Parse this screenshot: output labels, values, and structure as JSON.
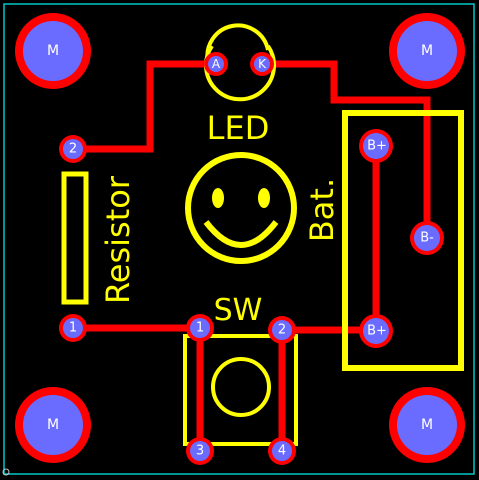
{
  "colors": {
    "background": "#000000",
    "board_outline": "#00c8c8",
    "copper_trace": "#ff0000",
    "pad_ring": "#ff0000",
    "pad_fill": "#6a6cff",
    "silkscreen": "#ffff00",
    "pad_label": "#ffffff"
  },
  "mounting_holes": {
    "label": "M"
  },
  "led": {
    "label": "LED",
    "pin_a": "A",
    "pin_k": "K"
  },
  "resistor": {
    "label": "Resistor",
    "pin_1": "1",
    "pin_2": "2"
  },
  "battery": {
    "label": "Bat.",
    "pin_pos_top": "B+",
    "pin_neg": "B-",
    "pin_pos_bottom": "B+"
  },
  "switch": {
    "label": "SW",
    "pin_1": "1",
    "pin_2": "2",
    "pin_3": "3",
    "pin_4": "4"
  },
  "logo": {
    "icon": "smiley-face-icon"
  }
}
